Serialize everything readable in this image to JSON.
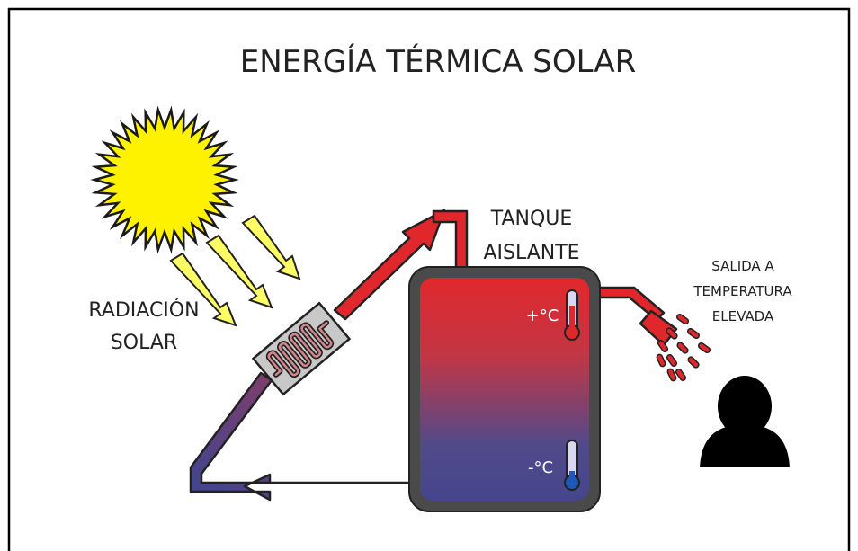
{
  "title": "ENERGÍA TÉRMICA SOLAR",
  "labels": {
    "radiation_line1": "RADIACIÓN",
    "radiation_line2": "SOLAR",
    "tank_line1": "TANQUE",
    "tank_line2": "AISLANTE",
    "outlet_line1": "SALIDA A",
    "outlet_line2": "TEMPERATURA",
    "outlet_line3": "ELEVADA",
    "hot_temp": "+°C",
    "cold_temp": "-°C"
  },
  "icons": {
    "sun": "sun-icon",
    "collector": "solar-collector-icon",
    "tank": "insulated-tank-icon",
    "thermometer_hot": "thermometer-hot-icon",
    "thermometer_cold": "thermometer-cold-icon",
    "shower": "shower-head-icon",
    "person": "person-icon"
  },
  "colors": {
    "hot": "#e0282c",
    "cold": "#45458c",
    "sun": "#fff200",
    "tank_border": "#3a3a3a",
    "collector": "#c8c8c8"
  }
}
